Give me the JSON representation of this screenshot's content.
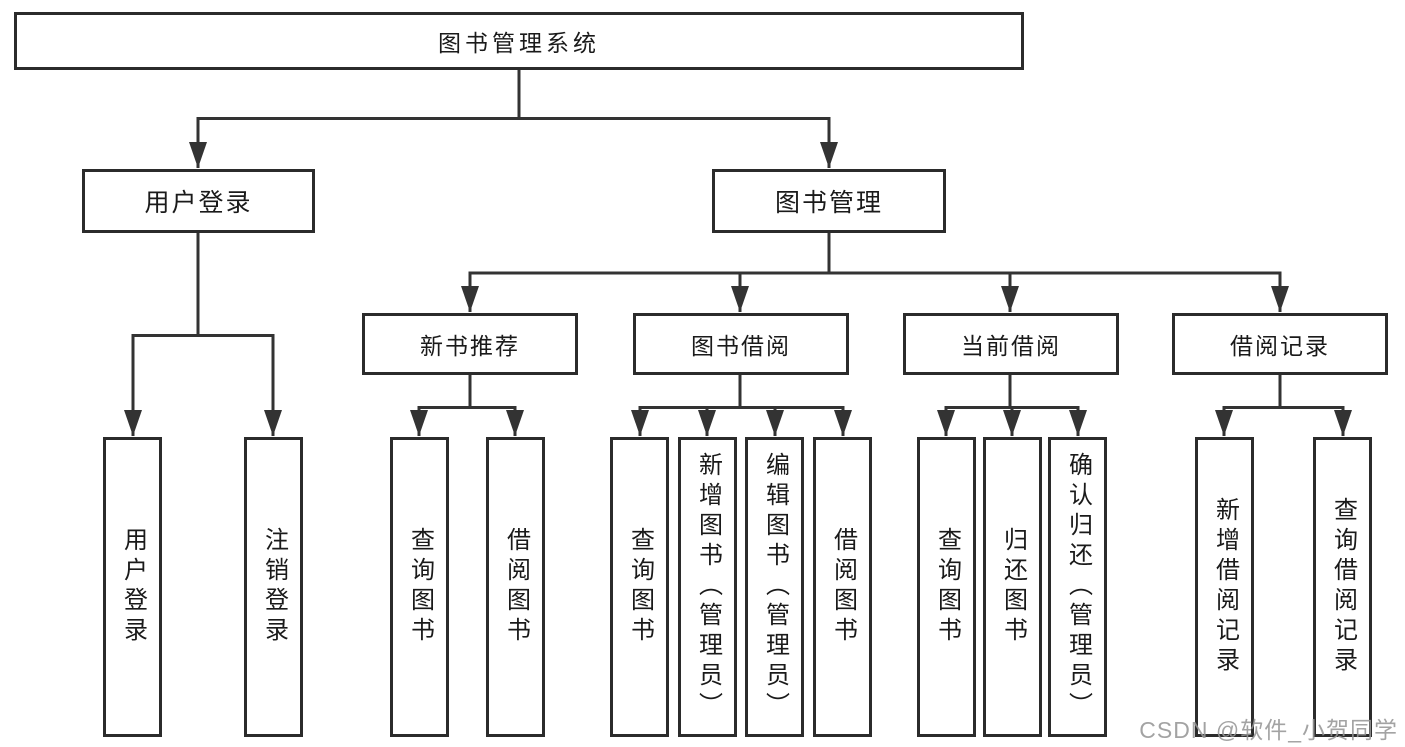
{
  "diagram": {
    "root": {
      "label": "图书管理系统"
    },
    "branches": {
      "login": {
        "label": "用户登录",
        "children": [
          "用户登录",
          "注销登录"
        ]
      },
      "management": {
        "label": "图书管理",
        "groups": {
          "new_books": {
            "label": "新书推荐",
            "children": [
              "查询图书",
              "借阅图书"
            ]
          },
          "borrowing": {
            "label": "图书借阅",
            "children": [
              "查询图书",
              "新增图书（管理员）",
              "编辑图书（管理员）",
              "借阅图书"
            ]
          },
          "current": {
            "label": "当前借阅",
            "children": [
              "查询图书",
              "归还图书",
              "确认归还（管理员）"
            ]
          },
          "records": {
            "label": "借阅记录",
            "children": [
              "新增借阅记录",
              "查询借阅记录"
            ]
          }
        }
      }
    }
  },
  "watermark": "CSDN @软件_小贺同学",
  "colors": {
    "line": "#333333",
    "box_border": "#2b2b2b",
    "box_fill": "#ffffff",
    "text": "#1a1a1a",
    "watermark": "#969696",
    "background": "#ffffff"
  }
}
